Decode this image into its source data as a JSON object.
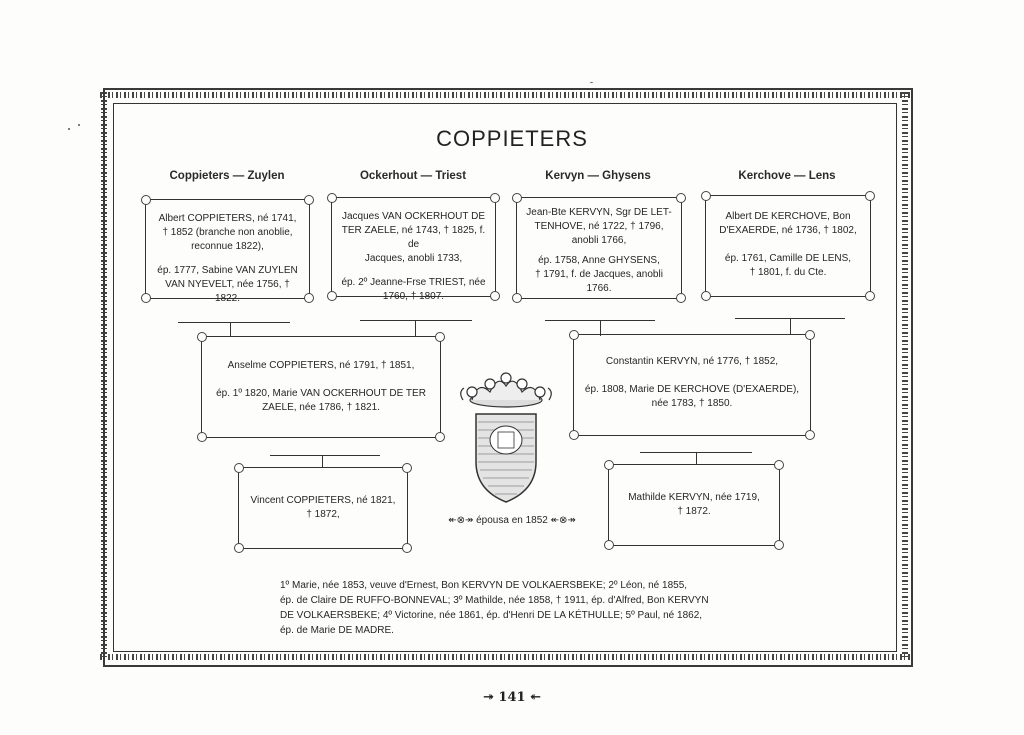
{
  "page": {
    "title": "COPPIETERS",
    "page_number": "↠ 141 ↞"
  },
  "headers": [
    "Coppieters — Zuylen",
    "Ockerhout — Triest",
    "Kervyn — Ghysens",
    "Kerchove — Lens"
  ],
  "boxes": {
    "b1": {
      "line1": "Albert COPPIETERS, né 1741,\n† 1852 (branche non anoblie,\nreconnue 1822),",
      "line2": "ép. 1777, Sabine VAN ZUYLEN\nVAN NYEVELT, née 1756, † 1822."
    },
    "b2": {
      "line1": "Jacques VAN OCKERHOUT DE\nTER ZAELE, né 1743, † 1825, f. de\nJacques, anobli 1733,",
      "line2": "ép. 2º Jeanne-Frse TRIEST, née\n1760, † 1807."
    },
    "b3": {
      "line1": "Jean-Bte KERVYN, Sgr DE LET-\nTENHOVE, né 1722, † 1796,\nanobli 1766,",
      "line2": "ép. 1758, Anne GHYSENS,\n† 1791, f. de Jacques, anobli\n1766."
    },
    "b4": {
      "line1": "Albert DE KERCHOVE, Bon\nD'EXAERDE, né 1736, † 1802,",
      "line2": "ép. 1761, Camille DE LENS,\n† 1801, f. du Cte."
    },
    "b5": {
      "line1": "Anselme COPPIETERS, né 1791, † 1851,",
      "line2": "ép. 1º 1820, Marie VAN OCKERHOUT DE TER\nZAELE, née 1786, † 1821."
    },
    "b6": {
      "line1": "Constantin KERVYN, né 1776, † 1852,",
      "line2": "ép. 1808, Marie DE KERCHOVE (D'EXAERDE),\nnée 1783, † 1850."
    },
    "b7": {
      "line1": "Vincent COPPIETERS, né 1821,\n† 1872,"
    },
    "b8": {
      "line1": "Mathilde KERVYN, née 1719,\n† 1872."
    }
  },
  "married_label": "épousa en 1852",
  "footnote": "1º Marie, née 1853, veuve d'Ernest, Bon KERVYN DE VOLKAERSBEKE; 2º Léon, né 1855,\nép. de Claire DE RUFFO-BONNEVAL; 3º Mathilde, née 1858, † 1911, ép. d'Alfred, Bon KERVYN\nDE VOLKAERSBEKE; 4º Victorine, née 1861, ép. d'Henri DE LA KÉTHULLE; 5º Paul, né 1862,\nép. de Marie DE MADRE.",
  "icons": [
    "coat-of-arms-icon",
    "crown-icon",
    "chain-border-ornament"
  ]
}
